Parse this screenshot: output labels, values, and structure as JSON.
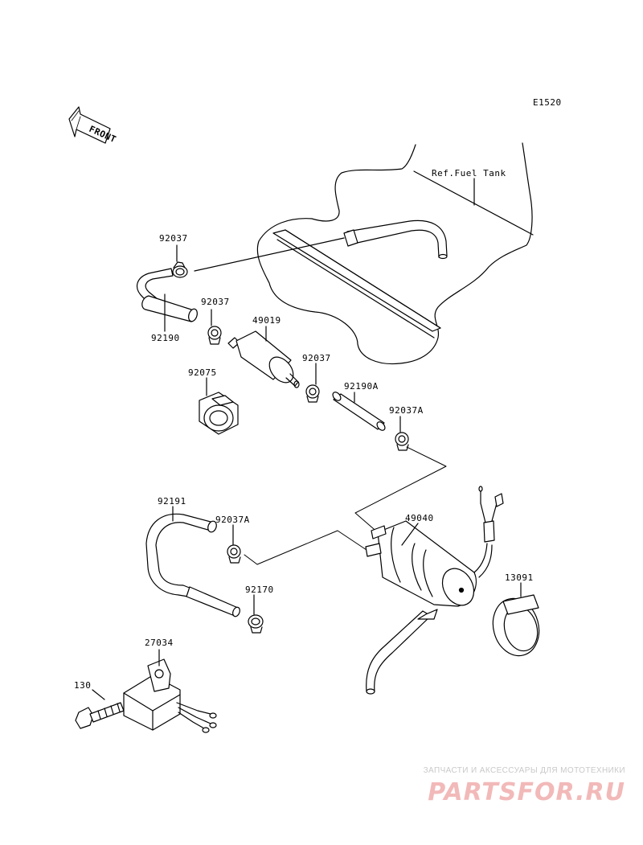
{
  "diagram": {
    "code": "E1520",
    "front_label": "FRONT",
    "ref_label": "Ref.Fuel Tank",
    "parts": [
      {
        "id": "clamp-top",
        "label": "92037"
      },
      {
        "id": "hose-upper",
        "label": "92190"
      },
      {
        "id": "clamp-mid",
        "label": "92037"
      },
      {
        "id": "filter",
        "label": "49019"
      },
      {
        "id": "clamp-filter-out",
        "label": "92037"
      },
      {
        "id": "holder",
        "label": "92075"
      },
      {
        "id": "hose-a",
        "label": "92190A"
      },
      {
        "id": "clamp-a-upper",
        "label": "92037A"
      },
      {
        "id": "hose-u",
        "label": "92191"
      },
      {
        "id": "clamp-a-lower",
        "label": "92037A"
      },
      {
        "id": "fuel-pump",
        "label": "49040"
      },
      {
        "id": "band",
        "label": "13091"
      },
      {
        "id": "hose-short",
        "label": "92170"
      },
      {
        "id": "relay",
        "label": "27034"
      },
      {
        "id": "bolt",
        "label": "130"
      }
    ]
  },
  "watermark": {
    "line1": "ЗАПЧАСТИ И АКСЕССУАРЫ ДЛЯ МОТОТЕХНИКИ",
    "line2": "PARTSFOR.RU"
  },
  "colors": {
    "line": "#000000",
    "watermark_text": "#c9c9c9",
    "watermark_logo": "#f2b9b9"
  }
}
